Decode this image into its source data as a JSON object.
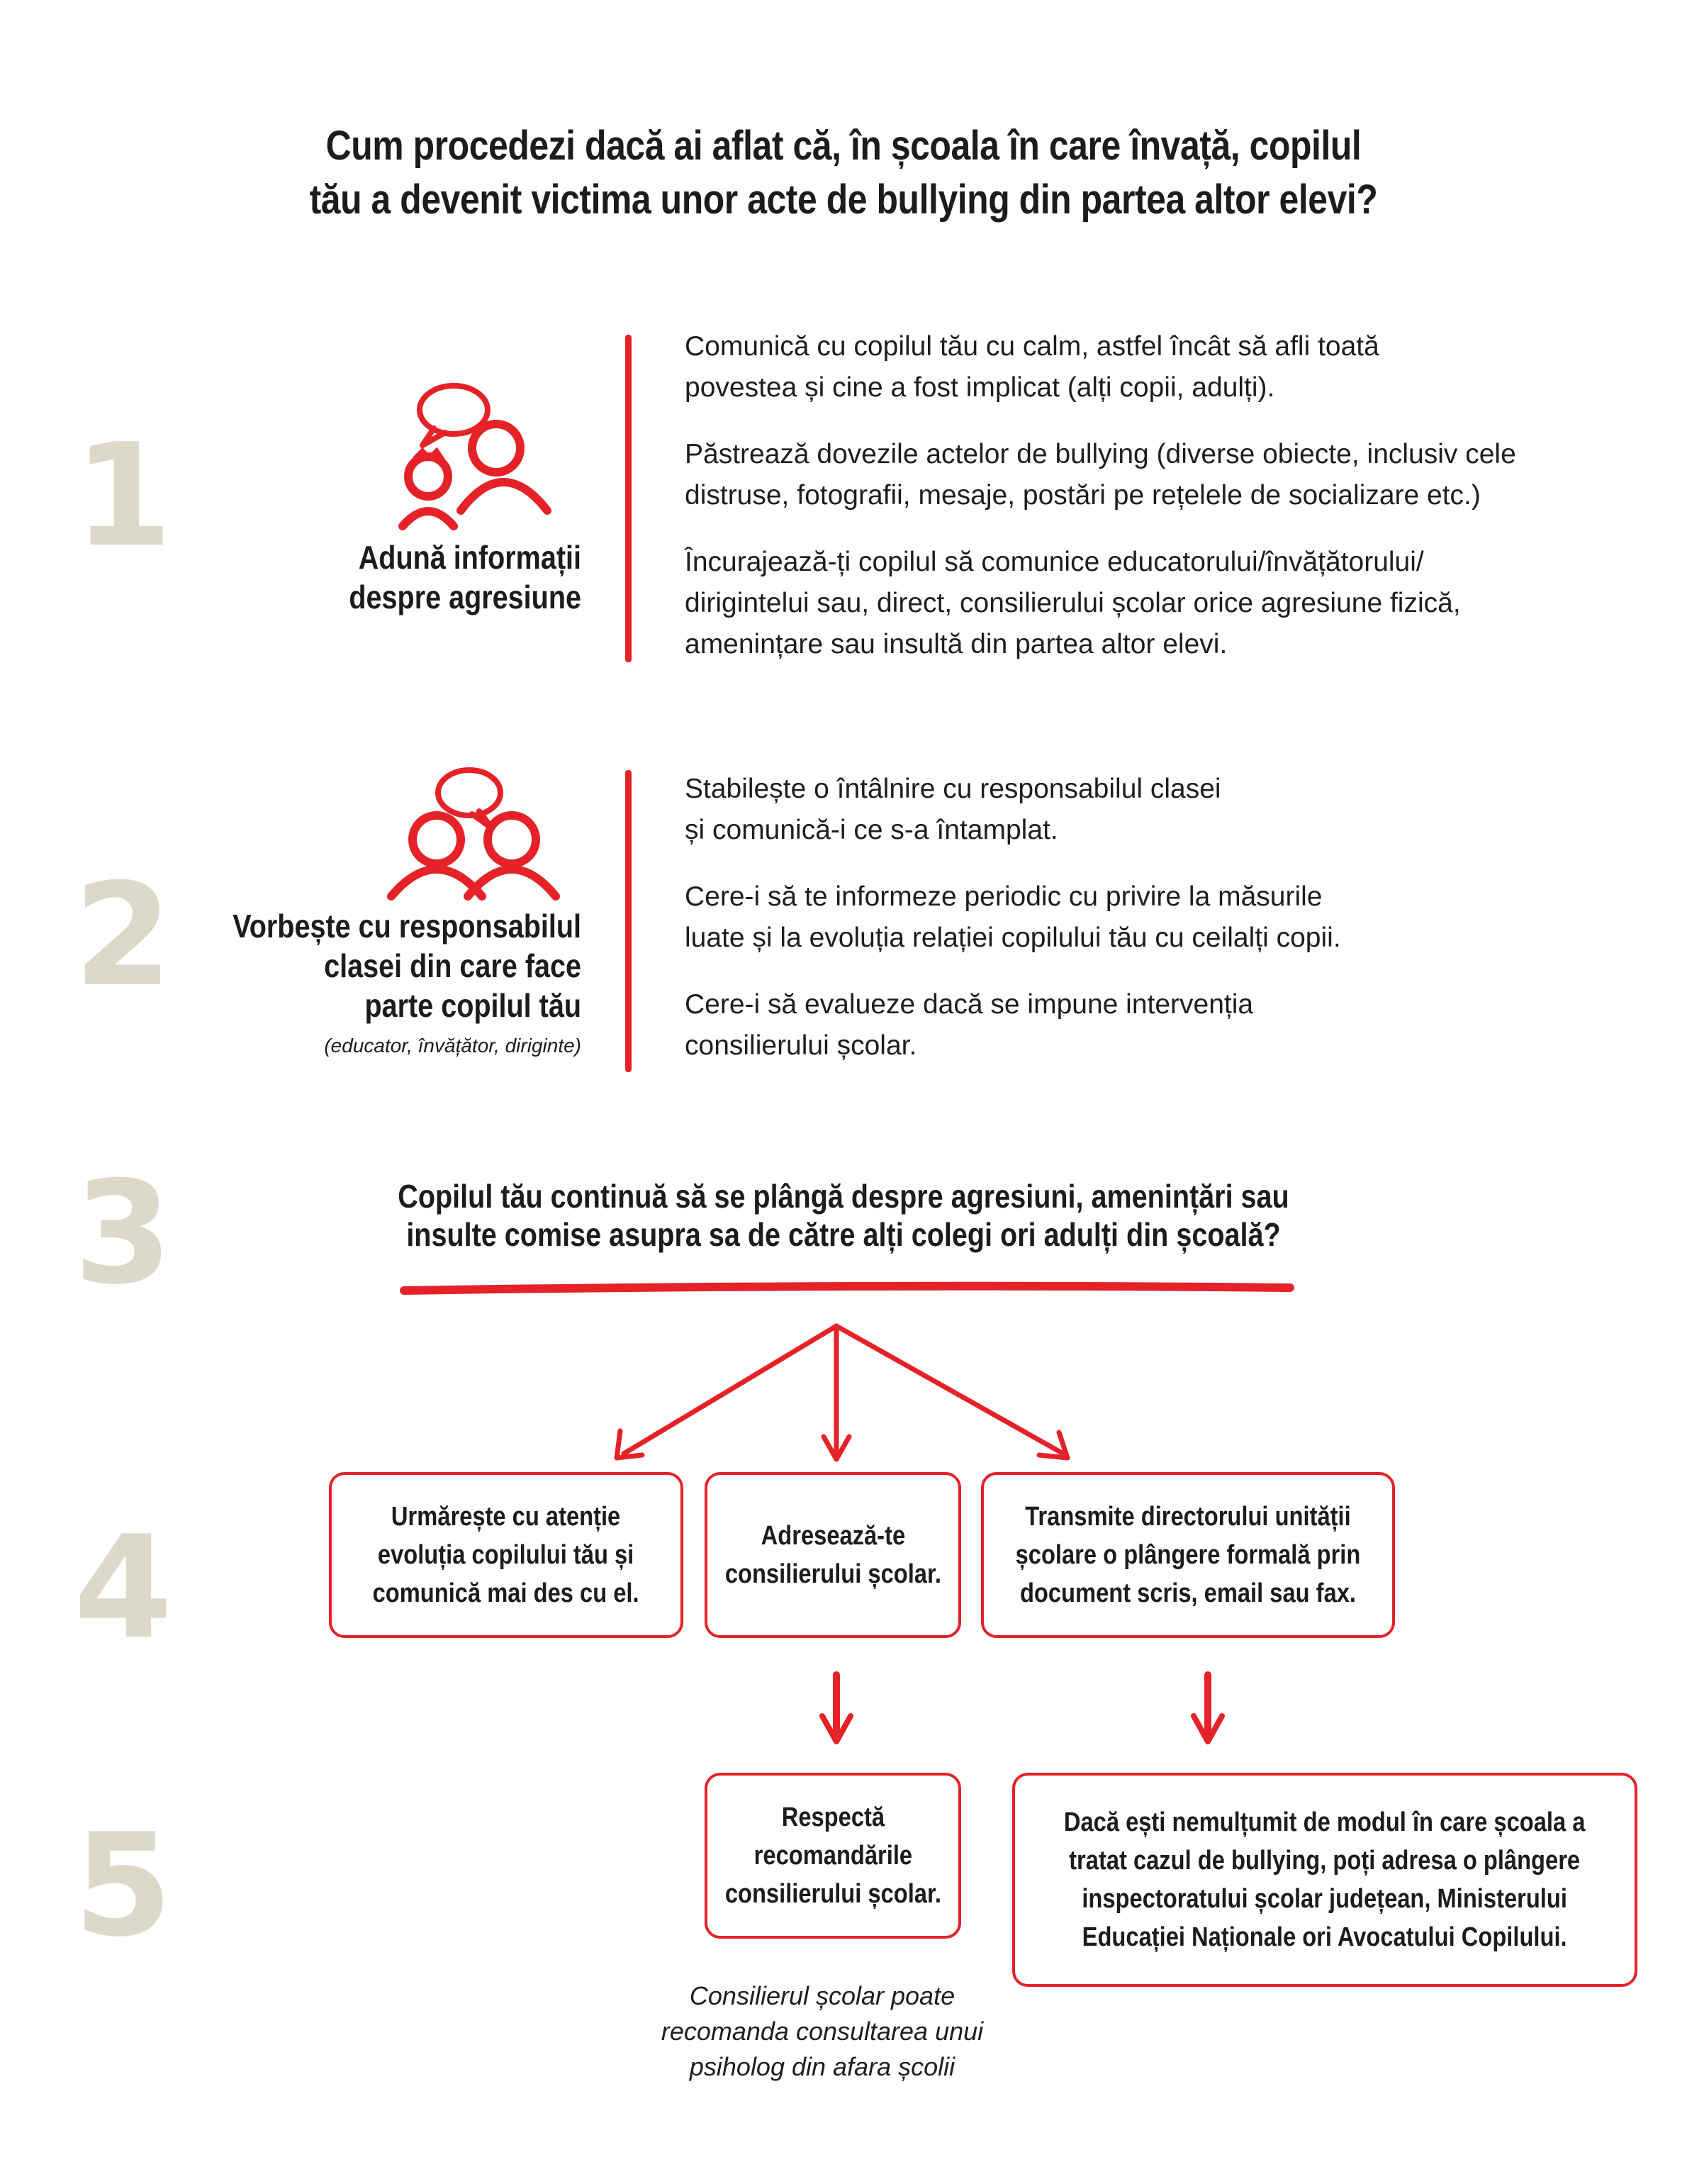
{
  "title_lines": [
    "Cum procedezi dacă ai aflat că, în școala în care învață, copilul",
    "tău a devenit victima unor acte de bullying din partea altor elevi?"
  ],
  "step_numbers": [
    "1",
    "2",
    "3",
    "4",
    "5"
  ],
  "step1": {
    "label_lines": [
      "Adună informații",
      "despre agresiune"
    ],
    "paragraphs": [
      [
        "Comunică cu copilul tău cu calm, astfel încât să afli toată",
        "povestea și cine a fost implicat (alți copii, adulți)."
      ],
      [
        "Păstrează dovezile actelor de bullying (diverse obiecte, inclusiv cele",
        "distruse, fotografii, mesaje, postări pe rețelele de socializare etc.)"
      ],
      [
        "Încurajează-ți copilul să comunice educatorului/învățătorului/",
        "dirigintelui sau, direct, consilierului școlar orice agresiune fizică,",
        "amenințare sau insultă din partea altor elevi."
      ]
    ]
  },
  "step2": {
    "label_lines": [
      "Vorbește cu responsabilul",
      "clasei din care face",
      "parte copilul tău"
    ],
    "label_note": "(educator, învățător, diriginte)",
    "paragraphs": [
      [
        "Stabilește o întâlnire cu responsabilul clasei",
        "și comunică-i ce s-a întamplat."
      ],
      [
        "Cere-i să te informeze periodic cu privire la măsurile",
        "luate și la evoluția relației copilului tău cu ceilalți copii."
      ],
      [
        "Cere-i să evalueze dacă se impune intervenția",
        "consilierului școlar."
      ]
    ]
  },
  "step3": {
    "question_lines": [
      "Copilul tău continuă să se plângă despre agresiuni, amenințări sau",
      "insulte comise asupra sa de către alți colegi ori adulți din școală?"
    ]
  },
  "step4": {
    "boxes": [
      [
        "Urmărește cu atenție",
        "evoluția copilului tău și",
        "comunică mai des cu el."
      ],
      [
        "Adresează-te",
        "consilierului școlar."
      ],
      [
        "Transmite directorului unității",
        "școlare o plângere formală prin",
        "document scris, email sau fax."
      ]
    ]
  },
  "step5": {
    "boxes": [
      [
        "Respectă",
        "recomandările",
        "consilierului școlar."
      ],
      [
        "Dacă ești nemulțumit de modul în care școala a",
        "tratat cazul de bullying, poți adresa o plângere",
        "inspectoratului școlar județean, Ministerului",
        "Educației Naționale ori Avocatului Copilului."
      ]
    ],
    "note_lines": [
      "Consilierul școlar poate",
      "recomanda consultarea unui",
      "psiholog din afara școlii"
    ]
  },
  "colors": {
    "accent": "#e52228",
    "step_number": "#ddd9c8",
    "text": "#1c1c1c"
  },
  "icons": [
    "speech-bubble-icon",
    "child-icon",
    "adult-icon"
  ]
}
